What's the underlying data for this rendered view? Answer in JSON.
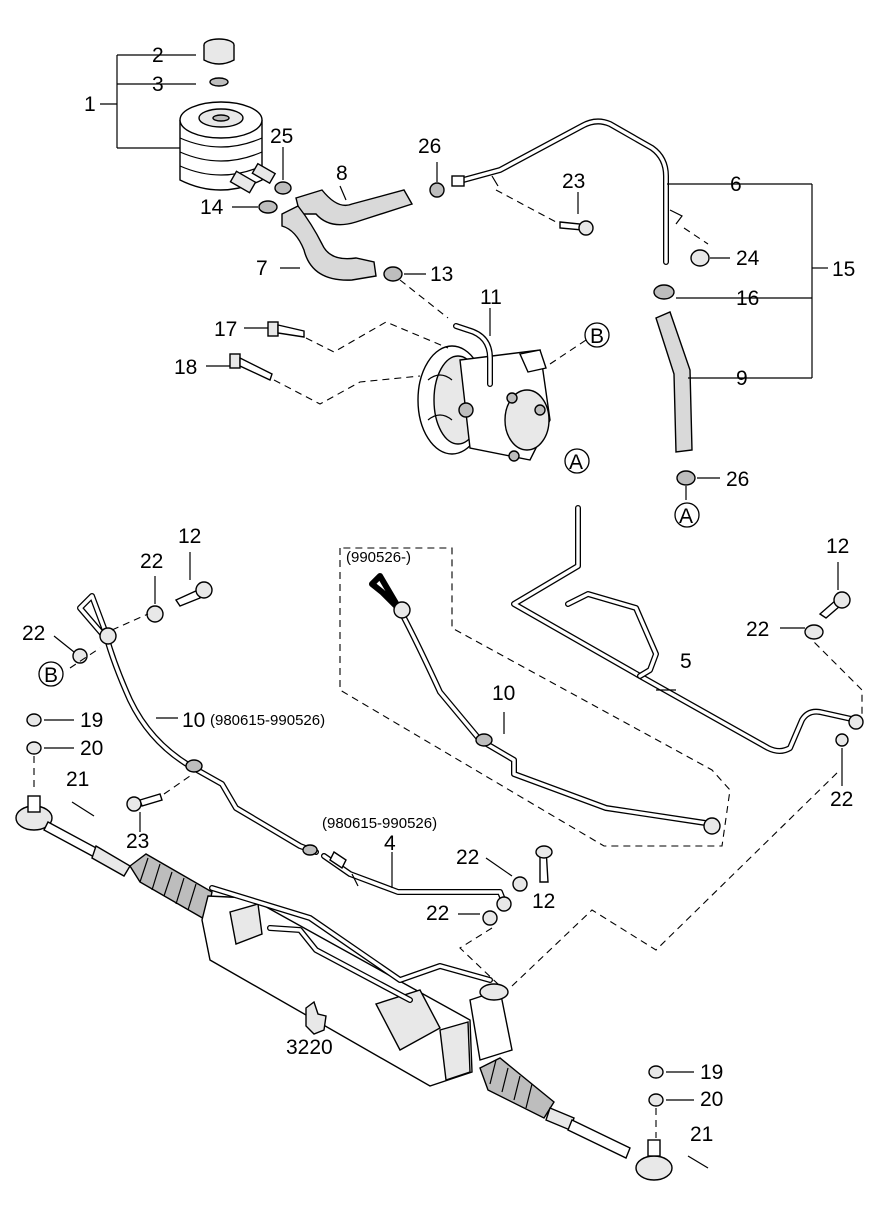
{
  "callouts": {
    "c1": "1",
    "c2": "2",
    "c3": "3",
    "c4": "4",
    "c5": "5",
    "c6": "6",
    "c7": "7",
    "c8": "8",
    "c9": "9",
    "c10a": "10",
    "c10b": "10",
    "c10b_note": "(980615-990526)",
    "c11": "11",
    "c12a": "12",
    "c12b": "12",
    "c12c": "12",
    "c13": "13",
    "c14": "14",
    "c15": "15",
    "c16": "16",
    "c17": "17",
    "c18": "18",
    "c19a": "19",
    "c19b": "19",
    "c20a": "20",
    "c20b": "20",
    "c21a": "21",
    "c21b": "21",
    "c22a": "22",
    "c22b": "22",
    "c22c": "22",
    "c22d": "22",
    "c22e": "22",
    "c22f": "22",
    "c23a": "23",
    "c23b": "23",
    "c24": "24",
    "c25": "25",
    "c26a": "26",
    "c26b": "26",
    "ref": "3220"
  },
  "notes": {
    "alt_range": "(990526-)",
    "line4_range": "(980615-990526)"
  },
  "connectors": {
    "A_top": "A",
    "A_bottom": "A",
    "B_pump": "B",
    "B_left": "B"
  }
}
